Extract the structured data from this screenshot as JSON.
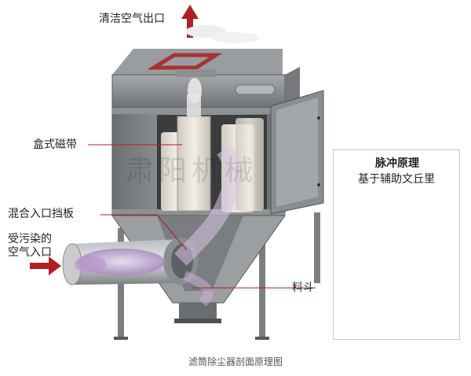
{
  "labels": {
    "clean_air_outlet": "清洁空气出口",
    "box_magnetic_belt": "盒式磁带",
    "mixed_inlet_baffle": "混合入口挡板",
    "contaminated_air_line1": "受污染的",
    "contaminated_air_line2": "空气入口",
    "hopper": "料斗",
    "pulse_title": "脉冲原理",
    "pulse_subtitle": "基于辅助文丘里"
  },
  "watermark": "肃阳机械",
  "caption": "滤筒除尘器剖面原理图",
  "colors": {
    "arrow": "#b01e23",
    "steel": "#8a8d90",
    "steel_dark": "#5c5f62",
    "filter": "#e9e4da",
    "purple_air": "#c7a9d6",
    "red_header": "#a8322f"
  },
  "icons": [
    "up-arrow-icon",
    "right-arrow-icon"
  ]
}
